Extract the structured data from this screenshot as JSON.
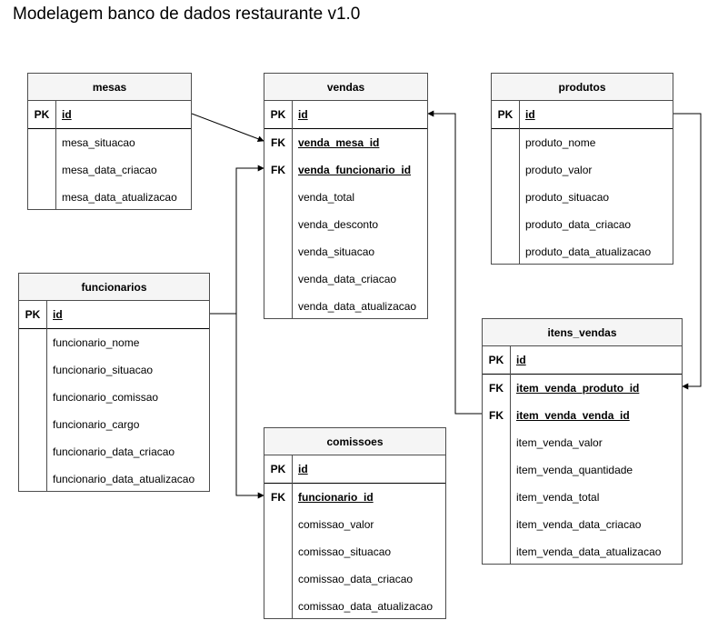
{
  "title": "Modelagem banco de dados restaurante v1.0",
  "tables": [
    {
      "id": "mesas",
      "name": "mesas",
      "fields": [
        {
          "key": "PK",
          "name": "id",
          "underline": true,
          "sep": true
        },
        {
          "key": "",
          "name": "mesa_situacao",
          "underline": false
        },
        {
          "key": "",
          "name": "mesa_data_criacao",
          "underline": false
        },
        {
          "key": "",
          "name": "mesa_data_atualizacao",
          "underline": false
        }
      ]
    },
    {
      "id": "vendas",
      "name": "vendas",
      "fields": [
        {
          "key": "PK",
          "name": "id",
          "underline": true,
          "sep": true
        },
        {
          "key": "FK",
          "name": "venda_mesa_id",
          "underline": true
        },
        {
          "key": "FK",
          "name": "venda_funcionario_id",
          "underline": true
        },
        {
          "key": "",
          "name": "venda_total",
          "underline": false
        },
        {
          "key": "",
          "name": "venda_desconto",
          "underline": false
        },
        {
          "key": "",
          "name": "venda_situacao",
          "underline": false
        },
        {
          "key": "",
          "name": "venda_data_criacao",
          "underline": false
        },
        {
          "key": "",
          "name": "venda_data_atualizacao",
          "underline": false
        }
      ]
    },
    {
      "id": "produtos",
      "name": "produtos",
      "fields": [
        {
          "key": "PK",
          "name": "id",
          "underline": true,
          "sep": true
        },
        {
          "key": "",
          "name": "produto_nome",
          "underline": false
        },
        {
          "key": "",
          "name": "produto_valor",
          "underline": false
        },
        {
          "key": "",
          "name": "produto_situacao",
          "underline": false
        },
        {
          "key": "",
          "name": "produto_data_criacao",
          "underline": false
        },
        {
          "key": "",
          "name": "produto_data_atualizacao",
          "underline": false
        }
      ]
    },
    {
      "id": "funcionarios",
      "name": "funcionarios",
      "fields": [
        {
          "key": "PK",
          "name": "id",
          "underline": true,
          "sep": true
        },
        {
          "key": "",
          "name": "funcionario_nome",
          "underline": false
        },
        {
          "key": "",
          "name": "funcionario_situacao",
          "underline": false
        },
        {
          "key": "",
          "name": "funcionario_comissao",
          "underline": false
        },
        {
          "key": "",
          "name": "funcionario_cargo",
          "underline": false
        },
        {
          "key": "",
          "name": "funcionario_data_criacao",
          "underline": false
        },
        {
          "key": "",
          "name": "funcionario_data_atualizacao",
          "underline": false
        }
      ]
    },
    {
      "id": "itens_vendas",
      "name": "itens_vendas",
      "fields": [
        {
          "key": "PK",
          "name": "id",
          "underline": true,
          "sep": true
        },
        {
          "key": "FK",
          "name": "item_venda_produto_id",
          "underline": true
        },
        {
          "key": "FK",
          "name": "item_venda_venda_id",
          "underline": true
        },
        {
          "key": "",
          "name": "item_venda_valor",
          "underline": false
        },
        {
          "key": "",
          "name": "item_venda_quantidade",
          "underline": false
        },
        {
          "key": "",
          "name": "item_venda_total",
          "underline": false
        },
        {
          "key": "",
          "name": "item_venda_data_criacao",
          "underline": false
        },
        {
          "key": "",
          "name": "item_venda_data_atualizacao",
          "underline": false
        }
      ]
    },
    {
      "id": "comissoes",
      "name": "comissoes",
      "fields": [
        {
          "key": "PK",
          "name": "id",
          "underline": true,
          "sep": true
        },
        {
          "key": "FK",
          "name": "funcionario_id",
          "underline": true
        },
        {
          "key": "",
          "name": "comissao_valor",
          "underline": false
        },
        {
          "key": "",
          "name": "comissao_situacao",
          "underline": false
        },
        {
          "key": "",
          "name": "comissao_data_criacao",
          "underline": false
        },
        {
          "key": "",
          "name": "comissao_data_atualizacao",
          "underline": false
        }
      ]
    }
  ],
  "relationships": [
    {
      "from": "mesas.id",
      "to": "vendas.venda_mesa_id"
    },
    {
      "from": "funcionarios.id",
      "to": "vendas.venda_funcionario_id"
    },
    {
      "from": "funcionarios.id",
      "to": "comissoes.funcionario_id"
    },
    {
      "from": "produtos.id",
      "to": "itens_vendas.item_venda_produto_id"
    },
    {
      "from": "itens_vendas.item_venda_venda_id",
      "to": "vendas.id"
    }
  ],
  "colors": {
    "border": "#4d4d4d",
    "header_bg": "#f5f5f5",
    "line": "#000000"
  }
}
